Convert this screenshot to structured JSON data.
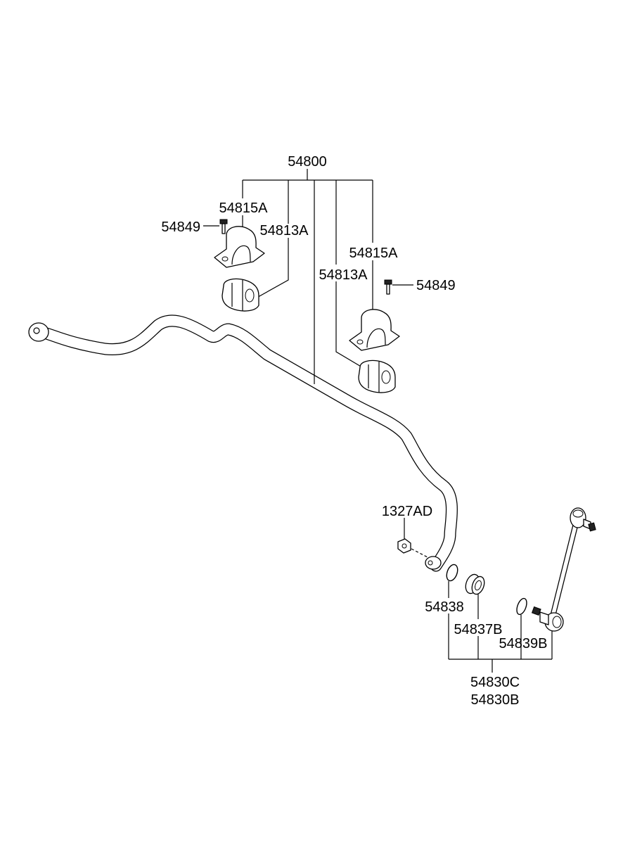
{
  "labels": {
    "assembly": "54800",
    "bracket_left": "54815A",
    "bolt_left": "54849",
    "bushing_left": "54813A",
    "bracket_right": "54815A",
    "bushing_right": "54813A",
    "bolt_right": "54849",
    "nut": "1327AD",
    "washer": "54838",
    "bushing_link": "54837B",
    "ring_link": "54839B",
    "link_c": "54830C",
    "link_b": "54830B"
  }
}
